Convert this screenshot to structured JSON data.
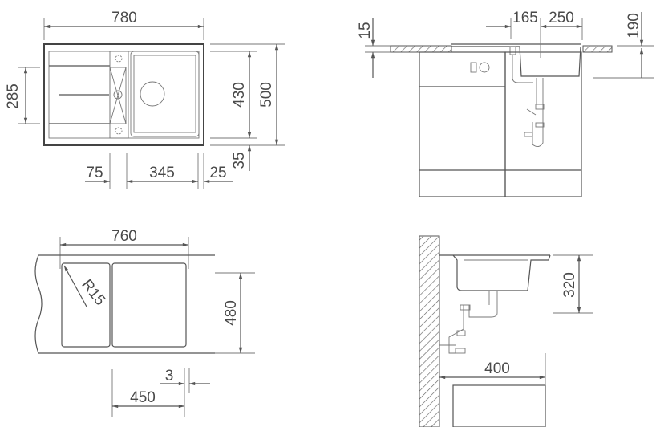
{
  "top_view": {
    "width_label": "780",
    "drainer_depth_label": "285",
    "bowl_depth_label": "430",
    "overall_depth_label": "500",
    "front_edge_label": "35",
    "drainer_offset_label": "75",
    "bowl_width_label": "345",
    "rim_label": "25"
  },
  "side_view": {
    "counter_thickness_label": "15",
    "drain_offset_label": "165",
    "bowl_offset_label": "250",
    "bowl_height_label": "190"
  },
  "cutout_view": {
    "width_label": "760",
    "radius_label": "R15",
    "depth_label": "480",
    "gap_label": "3",
    "offset_label": "450"
  },
  "section_view": {
    "depth_label": "320",
    "wall_distance_label": "400"
  },
  "colors": {
    "line": "#555555",
    "text": "#4a4a4a"
  }
}
